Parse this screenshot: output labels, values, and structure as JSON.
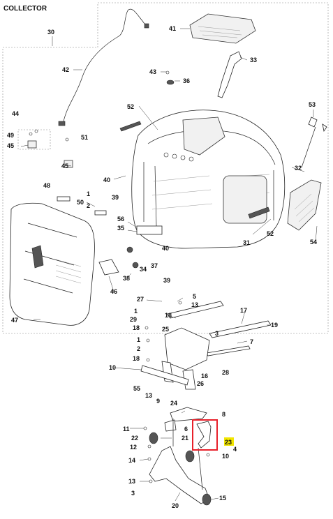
{
  "title": "COLLECTOR",
  "highlight_color": "#e8202a",
  "callouts": [
    {
      "id": "c30",
      "label": "30"
    },
    {
      "id": "c41",
      "label": "41"
    },
    {
      "id": "c42",
      "label": "42"
    },
    {
      "id": "c33",
      "label": "33"
    },
    {
      "id": "c43",
      "label": "43"
    },
    {
      "id": "c36",
      "label": "36"
    },
    {
      "id": "c52a",
      "label": "52"
    },
    {
      "id": "c53",
      "label": "53"
    },
    {
      "id": "c44",
      "label": "44"
    },
    {
      "id": "c49",
      "label": "49"
    },
    {
      "id": "c45a",
      "label": "45"
    },
    {
      "id": "c51",
      "label": "51"
    },
    {
      "id": "c45b",
      "label": "45"
    },
    {
      "id": "c32",
      "label": "32"
    },
    {
      "id": "c40a",
      "label": "40"
    },
    {
      "id": "c48",
      "label": "48"
    },
    {
      "id": "c1a",
      "label": "1"
    },
    {
      "id": "c39a",
      "label": "39"
    },
    {
      "id": "c50",
      "label": "50"
    },
    {
      "id": "c2a",
      "label": "2"
    },
    {
      "id": "c56",
      "label": "56"
    },
    {
      "id": "c35",
      "label": "35"
    },
    {
      "id": "c40b",
      "label": "40"
    },
    {
      "id": "c37",
      "label": "37"
    },
    {
      "id": "c34",
      "label": "34"
    },
    {
      "id": "c38",
      "label": "38"
    },
    {
      "id": "c39b",
      "label": "39"
    },
    {
      "id": "c46",
      "label": "46"
    },
    {
      "id": "c31",
      "label": "31"
    },
    {
      "id": "c52b",
      "label": "52"
    },
    {
      "id": "c54",
      "label": "54"
    },
    {
      "id": "c47",
      "label": "47"
    },
    {
      "id": "c27",
      "label": "27"
    },
    {
      "id": "c5",
      "label": "5"
    },
    {
      "id": "c13a",
      "label": "13"
    },
    {
      "id": "c1b",
      "label": "1"
    },
    {
      "id": "c29",
      "label": "29"
    },
    {
      "id": "c18a",
      "label": "18"
    },
    {
      "id": "c18b",
      "label": "18"
    },
    {
      "id": "c25",
      "label": "25"
    },
    {
      "id": "c17",
      "label": "17"
    },
    {
      "id": "c19",
      "label": "19"
    },
    {
      "id": "c3",
      "label": "3"
    },
    {
      "id": "c7",
      "label": "7"
    },
    {
      "id": "c1c",
      "label": "1"
    },
    {
      "id": "c2b",
      "label": "2"
    },
    {
      "id": "c18c",
      "label": "18"
    },
    {
      "id": "c28",
      "label": "28"
    },
    {
      "id": "c10a",
      "label": "10"
    },
    {
      "id": "c16",
      "label": "16"
    },
    {
      "id": "c26",
      "label": "26"
    },
    {
      "id": "c55",
      "label": "55"
    },
    {
      "id": "c13b",
      "label": "13"
    },
    {
      "id": "c9",
      "label": "9"
    },
    {
      "id": "c24",
      "label": "24"
    },
    {
      "id": "c8",
      "label": "8"
    },
    {
      "id": "c11",
      "label": "11"
    },
    {
      "id": "c6",
      "label": "6"
    },
    {
      "id": "c22",
      "label": "22"
    },
    {
      "id": "c21",
      "label": "21"
    },
    {
      "id": "c23",
      "label": "23"
    },
    {
      "id": "c4",
      "label": "4"
    },
    {
      "id": "c12",
      "label": "12"
    },
    {
      "id": "c10b",
      "label": "10"
    },
    {
      "id": "c14",
      "label": "14"
    },
    {
      "id": "c13c",
      "label": "13"
    },
    {
      "id": "c3b",
      "label": "3"
    },
    {
      "id": "c15",
      "label": "15"
    },
    {
      "id": "c20",
      "label": "20"
    }
  ]
}
